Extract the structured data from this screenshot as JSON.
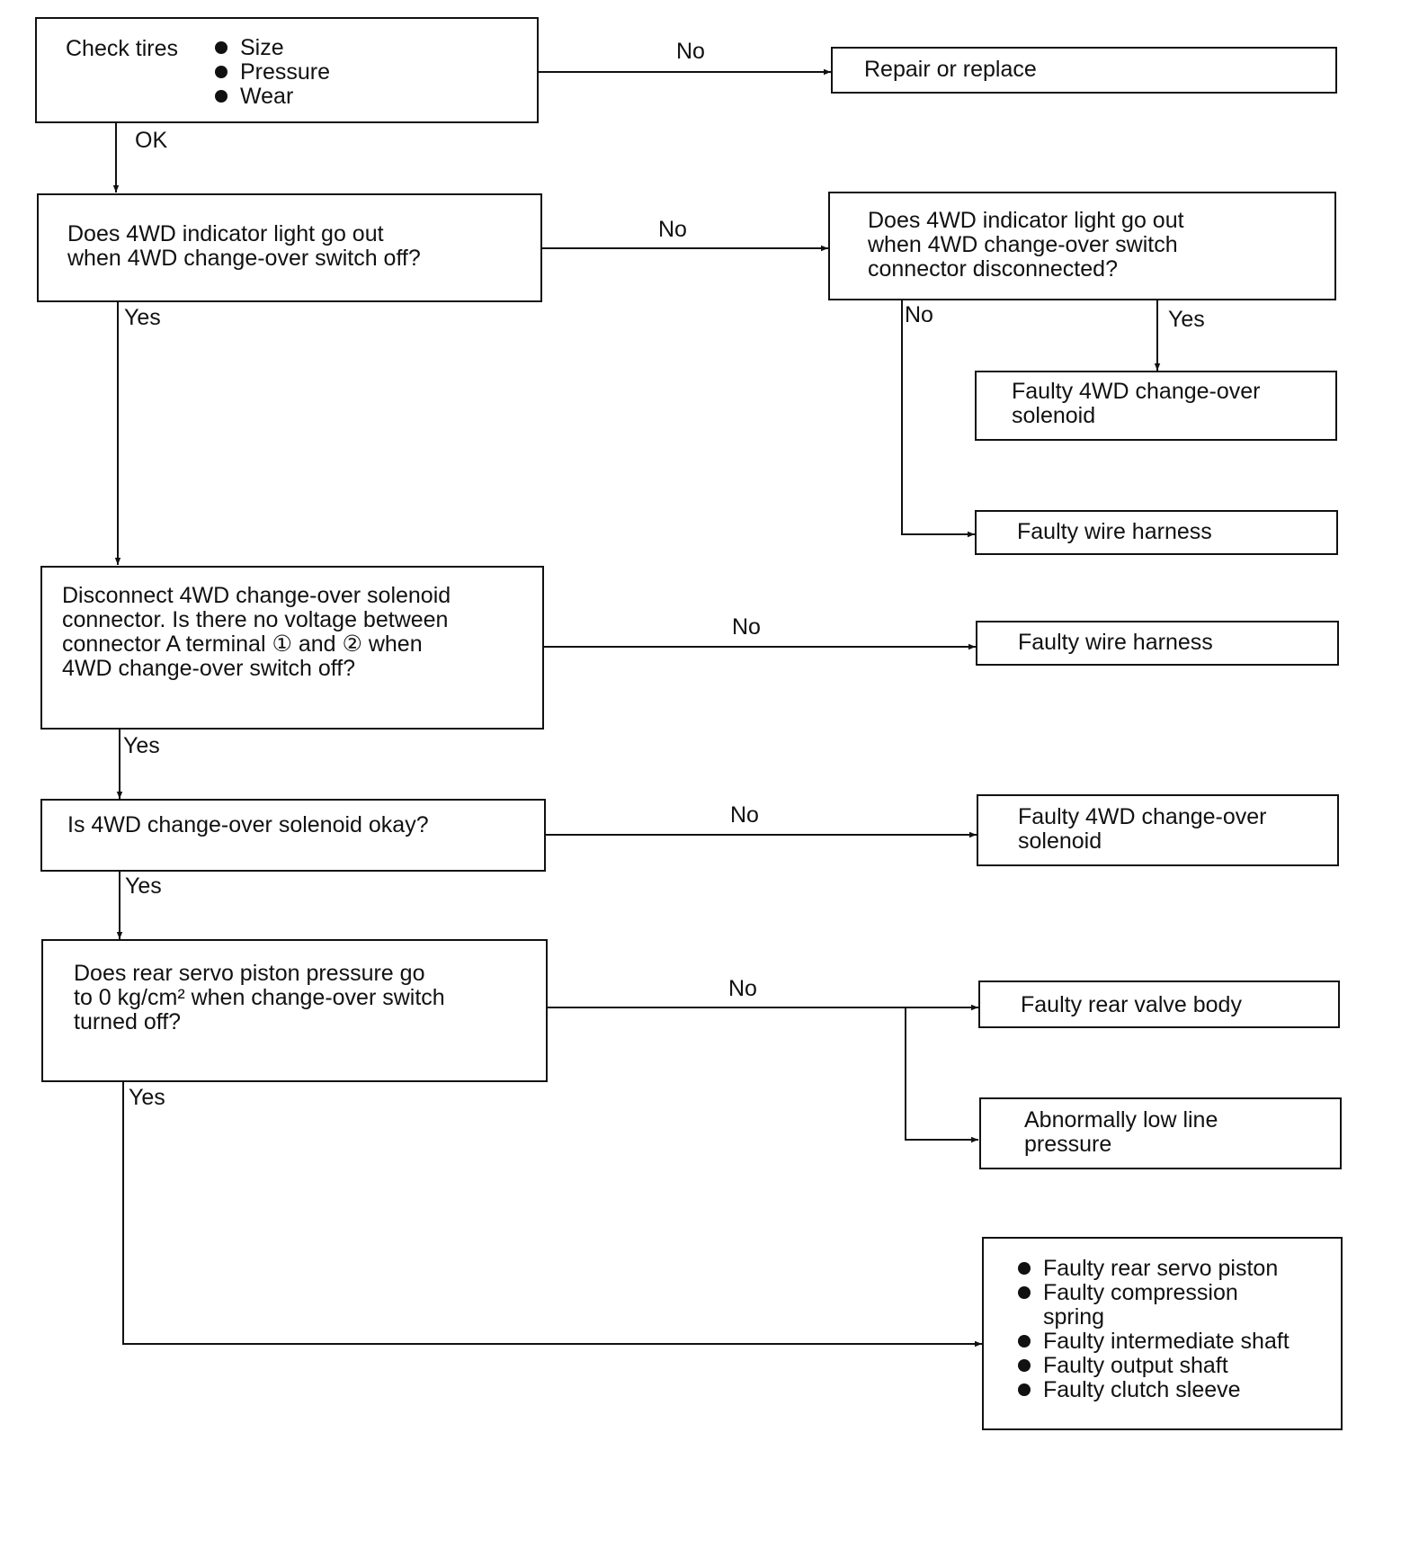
{
  "labels": {
    "no": "No",
    "yes": "Yes",
    "ok": "OK"
  },
  "nodes": {
    "check_tires": {
      "title": "Check tires",
      "items": [
        "Size",
        "Pressure",
        "Wear"
      ]
    },
    "repair_replace": {
      "lines": [
        "Repair or replace"
      ]
    },
    "q_indicator_off": {
      "lines": [
        "Does 4WD indicator light go out",
        "when 4WD change-over switch off?"
      ]
    },
    "q_connector_disconnected": {
      "lines": [
        "Does 4WD indicator light go out",
        "when 4WD change-over switch",
        "connector disconnected?"
      ]
    },
    "faulty_solenoid_1": {
      "lines": [
        "Faulty 4WD change-over",
        "solenoid"
      ]
    },
    "faulty_harness_1": {
      "lines": [
        "Faulty wire harness"
      ]
    },
    "q_voltage": {
      "lines": [
        "Disconnect 4WD change-over solenoid",
        "connector. Is there no voltage between",
        "connector A terminal  ①  and  ②  when",
        "4WD change-over switch off?"
      ]
    },
    "faulty_harness_2": {
      "lines": [
        "Faulty wire harness"
      ]
    },
    "q_solenoid_ok": {
      "lines": [
        "Is 4WD change-over solenoid okay?"
      ]
    },
    "faulty_solenoid_2": {
      "lines": [
        "Faulty 4WD change-over",
        "solenoid"
      ]
    },
    "q_servo_pressure": {
      "lines": [
        "Does rear servo piston pressure go",
        "to 0 kg/cm² when change-over switch",
        "turned off?"
      ]
    },
    "faulty_valve_body": {
      "lines": [
        "Faulty rear valve body"
      ]
    },
    "low_line_pressure": {
      "lines": [
        "Abnormally low line",
        "pressure"
      ]
    },
    "final_faults": {
      "items": [
        "Faulty rear servo piston",
        "Faulty compression",
        "spring",
        "Faulty intermediate shaft",
        "Faulty output shaft",
        "Faulty clutch sleeve"
      ]
    }
  }
}
